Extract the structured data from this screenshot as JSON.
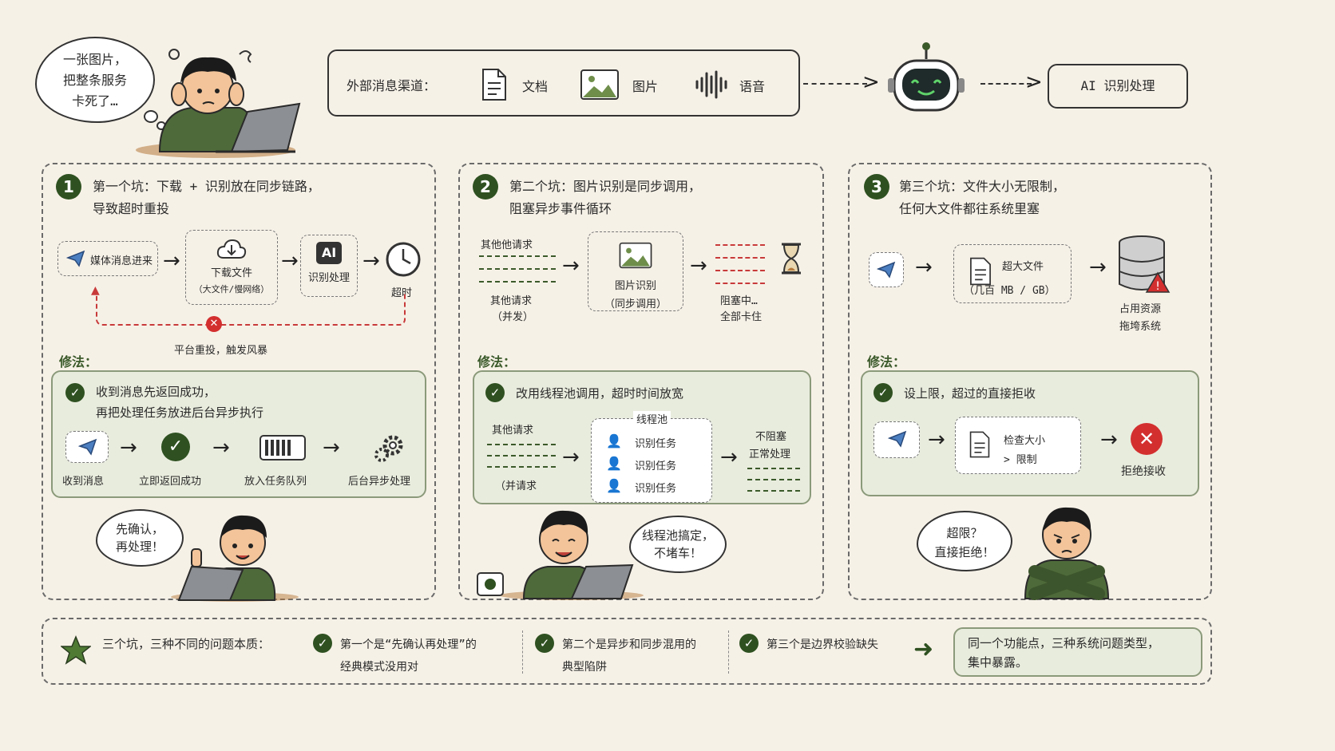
{
  "top": {
    "thought": [
      "一张图片，",
      "把整条服务",
      "卡死了…"
    ],
    "channels_label": "外部消息渠道：",
    "channels": [
      {
        "icon": "document-icon",
        "label": "文档"
      },
      {
        "icon": "image-icon",
        "label": "图片"
      },
      {
        "icon": "audio-wave-icon",
        "label": "语音"
      }
    ],
    "ai_box": "AI 识别处理"
  },
  "panel1": {
    "num": "1",
    "title": [
      "第一个坑：下载 + 识别放在同步链路，",
      "导致超时重投"
    ],
    "flow": {
      "msg": "媒体消息进来",
      "download": "下载文件",
      "download_sub": "（大文件/慢网络）",
      "ai_icon": "AI",
      "recognize": "识别处理",
      "timeout": "超时",
      "retry": "平台重投，触发风暴"
    },
    "fix_label": "修法：",
    "fix": [
      "收到消息先返回成功，",
      "再把处理任务放进后台异步执行"
    ],
    "steps": [
      "收到消息",
      "立即返回成功",
      "放入任务队列",
      "后台异步处理"
    ],
    "bubble": [
      "先确认，",
      "再处理！"
    ]
  },
  "panel2": {
    "num": "2",
    "title": [
      "第二个坑：图片识别是同步调用，",
      "阻塞异步事件循环"
    ],
    "flow": {
      "other_top": "其他他请求",
      "other_bottom": "其他请求",
      "concurrent": "（并发）",
      "image_recognize": "图片识别",
      "sync_call": "（同步调用）",
      "blocking": "阻塞中…",
      "all_stuck": "全部卡住"
    },
    "fix_label": "修法：",
    "fix": "改用线程池调用，超时时间放宽",
    "pool": {
      "other": "其他请求",
      "concurrent": "（并请求",
      "pool_title": "线程池",
      "tasks": [
        "识别任务",
        "识别任务",
        "识别任务"
      ],
      "not_blocked": "不阻塞",
      "normal": "正常处理"
    },
    "bubble": [
      "线程池搞定，",
      "不堵车！"
    ]
  },
  "panel3": {
    "num": "3",
    "title": [
      "第三个坑：文件大小无限制，",
      "任何大文件都往系统里塞"
    ],
    "flow": {
      "big_file": "超大文件",
      "size": "（几百 MB / GB）",
      "resource": "占用资源",
      "crash": "拖垮系统"
    },
    "fix_label": "修法：",
    "fix": "设上限，超过的直接拒收",
    "check": [
      "检查大小",
      "> 限制"
    ],
    "reject": "拒绝接收",
    "bubble": [
      "超限？",
      "直接拒绝！"
    ]
  },
  "summary": {
    "lead": "三个坑，三种不同的问题本质：",
    "points": [
      [
        "第一个是“先确认再处理”的",
        "经典模式没用对"
      ],
      [
        "第二个是异步和同步混用的",
        "典型陷阱"
      ],
      [
        "第三个是边界校验缺失",
        ""
      ]
    ],
    "conclusion": [
      "同一个功能点，三种系统问题类型，",
      "集中暴露。"
    ]
  },
  "colors": {
    "accent": "#2f5121",
    "danger": "#d32f2f",
    "paper": "#f6f1e7",
    "fix_bg": "#e8ecdd"
  }
}
